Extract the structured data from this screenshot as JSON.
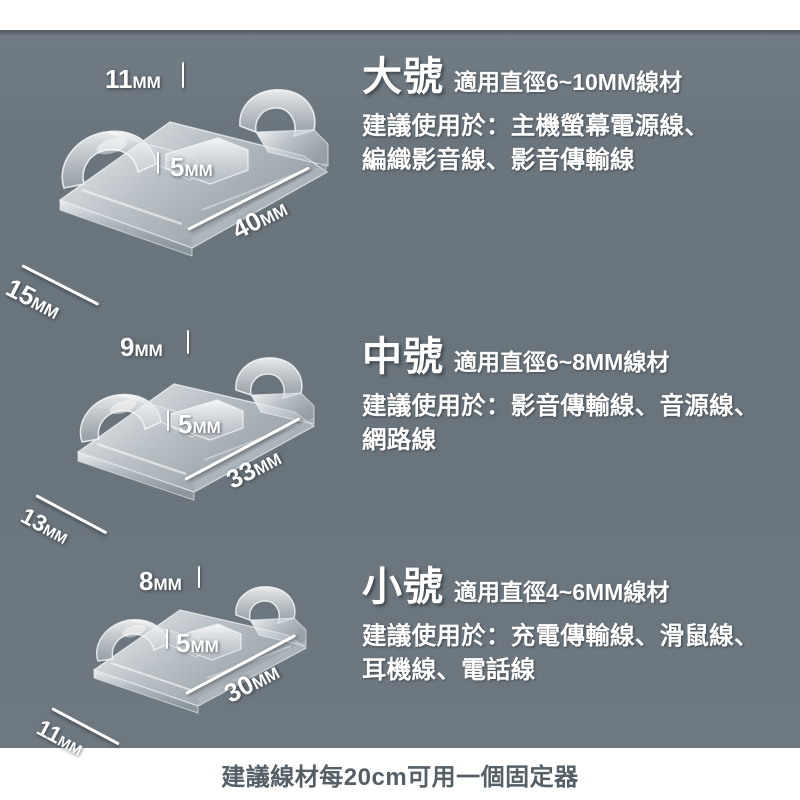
{
  "background": {
    "panel_color": "#6b757d",
    "page_color": "#ffffff",
    "text_color": "#ffffff",
    "caption_color": "#555f66"
  },
  "sections": [
    {
      "id": "large",
      "title": "大號",
      "subtitle": "適用直徑6~10MM線材",
      "desc_line1": "建議使用於：主機螢幕電源線、",
      "desc_line2": "編織影音線、影音傳輸線",
      "dims": {
        "height": "11",
        "depth": "5",
        "length": "40",
        "width": "15",
        "unit": "MM"
      }
    },
    {
      "id": "medium",
      "title": "中號",
      "subtitle": "適用直徑6~8MM線材",
      "desc_line1": "建議使用於：影音傳輸線、音源線、",
      "desc_line2": "網路線",
      "dims": {
        "height": "9",
        "depth": "5",
        "length": "33",
        "width": "13",
        "unit": "MM"
      }
    },
    {
      "id": "small",
      "title": "小號",
      "subtitle": "適用直徑4~6MM線材",
      "desc_line1": "建議使用於：充電傳輸線、滑鼠線、",
      "desc_line2": "耳機線、電話線",
      "dims": {
        "height": "8",
        "depth": "5",
        "length": "30",
        "width": "11",
        "unit": "MM"
      }
    }
  ],
  "caption": "建議線材每20cm可用一個固定器"
}
